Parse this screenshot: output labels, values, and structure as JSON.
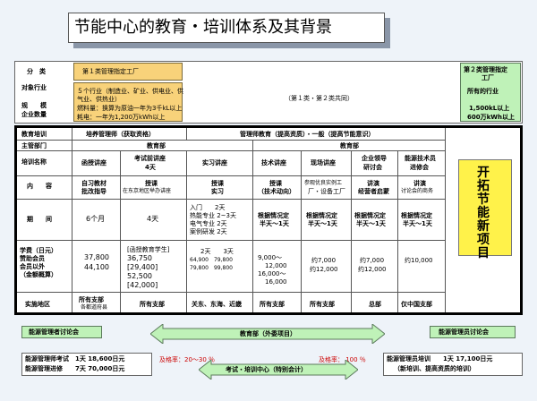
{
  "title": "节能中心的教育・培训体系及其背景",
  "top": {
    "label_category": "分　类",
    "label_industry": "对象行业",
    "label_scale": "规　　模",
    "label_scale2": "企业数量",
    "cat1": "第１类管理指定工厂",
    "cat1_desc1": "５个行业（制造业、矿业、供电业、供",
    "cat1_desc2": "气业、供热业）",
    "cat1_desc3": "燃料量：换算为原油一年为3千kL以上",
    "cat1_desc4": "耗电：一年为1,200万kWh以上",
    "common": "（第１类・第２类共同）",
    "cat2": "第２类管理指定",
    "cat2b": "工厂",
    "cat2_ind": "所有的行业",
    "cat2_s1": "1,500kL以上",
    "cat2_s2": "600万kWh以上"
  },
  "main": {
    "row_education": "教育培训",
    "row_dept": "主管部门",
    "row_name": "培训名称",
    "row_content": "内　　容",
    "row_period": "期　　间",
    "row_fee1": "学费（日元）",
    "row_fee2": "赞助会员",
    "row_fee3": "会员以外",
    "row_fee4": "（金额概算）",
    "row_area": "实施地区",
    "edu_a": "培养管理师（获取资格）",
    "edu_b": "管理师教育（提高资质）・一般（提高节能意识）",
    "dept": "教育部",
    "dept2": "教育部",
    "courses": [
      {
        "name": "函授讲座",
        "content1": "自习教材",
        "content2": "批改指导",
        "period": "6个月",
        "fee1": "37,800",
        "fee2": "44,100",
        "area": "所有支部",
        "area2": "各都道府县"
      },
      {
        "name": "考试前讲座",
        "name2": "4天",
        "content1": "授课",
        "content2": "在东京地区举办讲座",
        "period": "4天",
        "fee1": "[函授教育学生]",
        "fee2": "36,750",
        "fee3": "[29,400]",
        "fee4": "52,500",
        "fee5": "[42,000]",
        "area": "所有支部"
      },
      {
        "name": "实习讲座",
        "content1": "授课",
        "content2": "实习",
        "period": "入门　　2天",
        "period2": "热能专业 2~3天",
        "period3": "电气专业 2天",
        "period4": "案例研发 2天",
        "fee1": "2天　　3天",
        "fee2": "64,900　79,800",
        "fee3": "79,800　99,800",
        "area": "关东、东海、近畿"
      },
      {
        "name": "技术讲座",
        "content1": "授课",
        "content2": "（技术动向）",
        "period": "根据情况定",
        "period2": "半天～1天",
        "fee1": "9,000～",
        "fee2": "12,000",
        "fee3": "16,000～",
        "fee4": "16,000",
        "area": "所有支部"
      },
      {
        "name": "现场讲座",
        "content1": "参观优良实例工",
        "content2": "厂・设备工厂",
        "period": "根据情况定",
        "period2": "半天～1天",
        "fee1": "约7,000",
        "fee2": "约12,000",
        "area": "所有支部"
      },
      {
        "name": "企业领导",
        "name2": "研讨会",
        "content1": "讲演",
        "content2": "经营者启蒙",
        "period": "根据情况定",
        "period2": "半天～1天",
        "fee1": "约7,000",
        "fee2": "约12,000",
        "area": "总部"
      },
      {
        "name": "能源技术员",
        "name2": "进修会",
        "content1": "讲演",
        "content2": "讨论会的商务",
        "period": "根据情况定",
        "period2": "半天～1天",
        "fee1": "约10,000",
        "area": "仅中国支部"
      }
    ],
    "side_label": "开拓节能新项目"
  },
  "bottom": {
    "left_meeting": "能源管理者讨论会",
    "center_arrow": "教育部（外委项目）",
    "right_meeting": "能源管理员讨论会",
    "pass_left": "及格率：20～30 ％",
    "pass_right": "及格率： 100 ％",
    "exam_center": "考试・培训中心（特别会计）",
    "left_box1": "能源管理师考试　1天 18,600日元",
    "left_box2": "能源管理进修　　7天 70,000日元",
    "right_box1": "能源管理员培训　　1天  17,100日元",
    "right_box2": "（新培训、提高资质的培训）"
  }
}
